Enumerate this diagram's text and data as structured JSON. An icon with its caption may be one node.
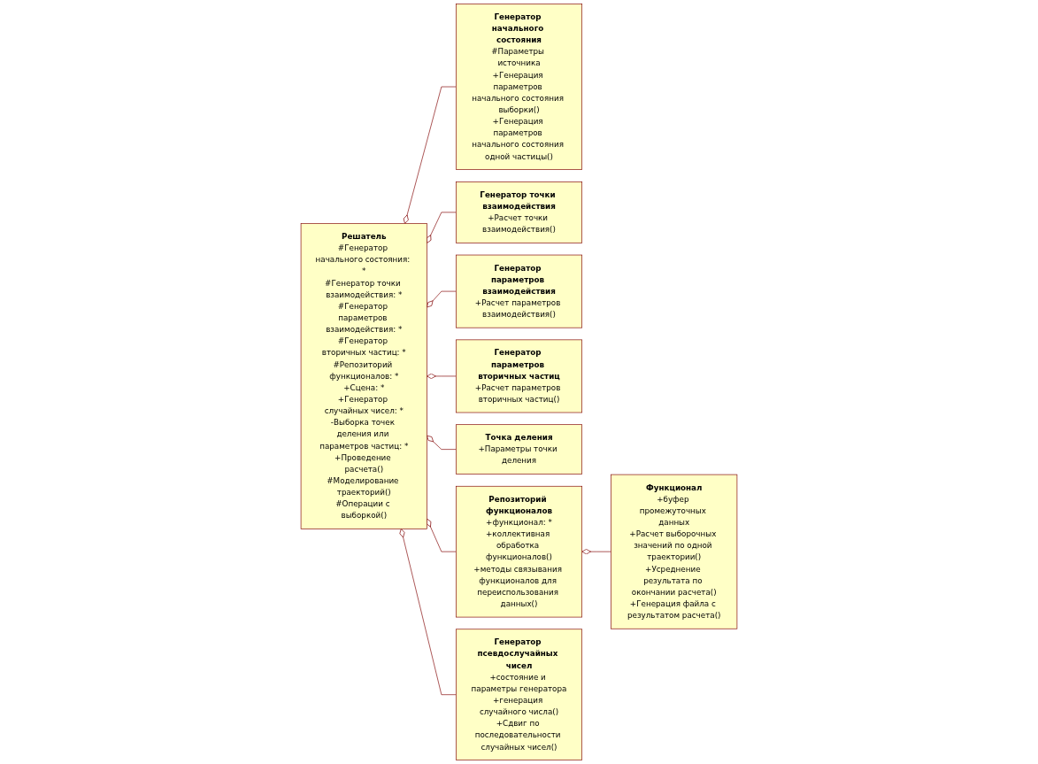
{
  "diagram": {
    "nodes": [
      {
        "text": [
          "Решатель",
          "#Генератор начального состояния: *",
          "#Генератор точки взаимодействия: *",
          "#Генератор параметров взаимодействия: *",
          "#Генератор вторичных частиц: *",
          "#Репозиторий функционалов: *",
          "+Сцена: *",
          "+Генератор случайных чисел: *",
          "-Выборка точек деления или параметров частиц: *",
          "+Проведение расчета()",
          "#Моделирование траекторий()",
          "#Операции с выборкой()"
        ]
      },
      {
        "text": [
          "Генератор начального состояния",
          "#Параметры источника",
          "+Генерация параметров начального состояния выборки()",
          "+Генерация параметров начального состояния одной частицы()"
        ]
      },
      {
        "text": [
          "Генератор точки взаимодействия",
          "+Расчет точки взаимодействия()"
        ]
      },
      {
        "text": [
          "Генератор параметров взаимодействия",
          "+Расчет параметров взаимодействия()"
        ]
      },
      {
        "text": [
          "Генератор параметров вторичных частиц",
          "+Расчет параметров вторичных частиц()"
        ]
      },
      {
        "text": [
          "Точка деления",
          "+Параметры точки деления"
        ]
      },
      {
        "text": [
          "Репозиторий функционалов",
          "+функционал: *",
          "+коллективная обработка функционалов()",
          "+методы связывания функционалов для переиспользования данных()"
        ]
      },
      {
        "text": [
          "Генератор псевдослучайных чисел",
          "+состояние и параметры генератора",
          "+генерация случайного числа()",
          "+Сдвиг по последовательности случайных чисел()"
        ]
      },
      {
        "text": [
          "Функционал",
          "+буфер промежуточных данных",
          "+Расчет выборочных значений по одной траектории()",
          "+Усреднение результата по окончании расчета()",
          "+Генерация файла с результатом расчета()"
        ]
      }
    ],
    "edges": [
      {
        "from": 0,
        "to": 1,
        "arrow": "other"
      },
      {
        "from": 0,
        "to": 2,
        "arrow": "other"
      },
      {
        "from": 0,
        "to": 3,
        "arrow": "other"
      },
      {
        "from": 0,
        "to": 4,
        "arrow": "other"
      },
      {
        "from": 0,
        "to": 6,
        "arrow": "other"
      },
      {
        "from": 0,
        "to": 5,
        "arrow": "other"
      },
      {
        "from": 0,
        "to": 7,
        "arrow": "other"
      },
      {
        "from": 6,
        "to": 8,
        "arrow": "other"
      }
    ]
  }
}
